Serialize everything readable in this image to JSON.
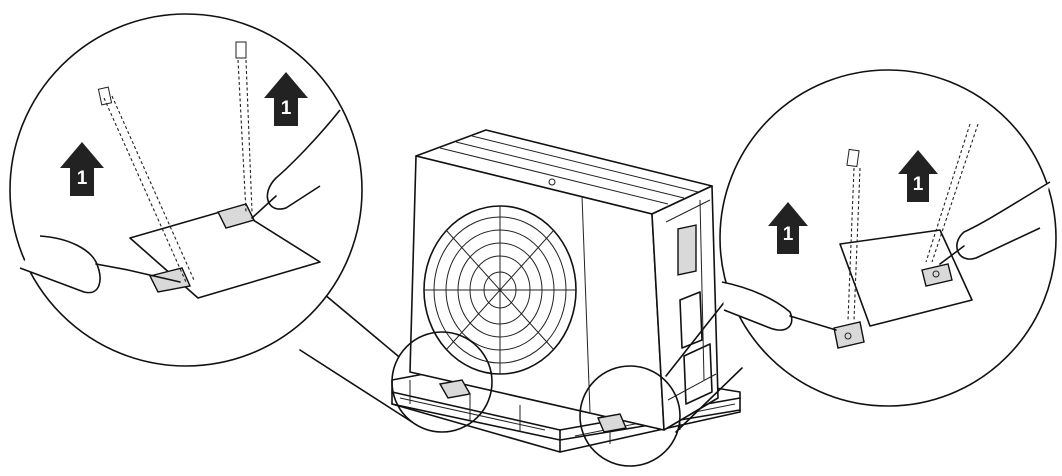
{
  "figure": {
    "step_labels": [
      "1",
      "1",
      "1",
      "1"
    ]
  },
  "colors": {
    "line": "#111111",
    "arrow_fill": "#111111",
    "background": "#ffffff"
  }
}
